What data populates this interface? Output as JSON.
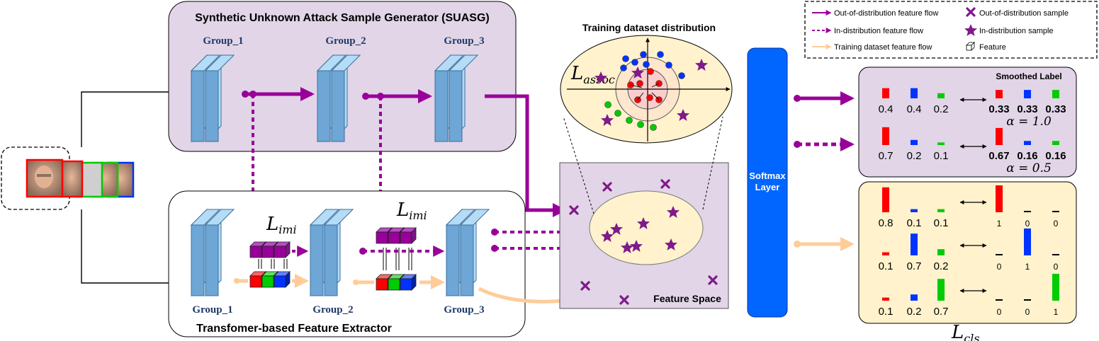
{
  "suasg": {
    "title": "Synthetic Unknown Attack Sample Generator (SUASG)"
  },
  "extractor": {
    "title": "Transfomer-based Feature Extractor"
  },
  "groups": {
    "g1": "Group_1",
    "g2": "Group_2",
    "g3": "Group_3"
  },
  "loss": {
    "imi_main": "L",
    "imi_sub": "imi",
    "assoc_main": "L",
    "assoc_sub": "assoc",
    "cls_main": "L",
    "cls_sub": "cls"
  },
  "training_dist": {
    "title": "Training dataset distribution"
  },
  "feature_space": {
    "label": "Feature Space"
  },
  "softmax": {
    "line1": "Softmax",
    "line2": "Layer"
  },
  "legend": {
    "ood_flow": "Out-of-distribution feature flow",
    "ind_flow": "In-distribution feature flow",
    "train_flow": "Training dataset  feature flow",
    "ood_sample": "Out-of-distribution sample",
    "ind_sample": "In-distribution sample",
    "feature": "Feature"
  },
  "smoothed": {
    "title": "Smoothed Label",
    "rows": [
      {
        "values": [
          "0.4",
          "0.4",
          "0.2"
        ],
        "smoothed": [
          "0.33",
          "0.33",
          "0.33"
        ],
        "alpha": "α = 1.0"
      },
      {
        "values": [
          "0.7",
          "0.2",
          "0.1"
        ],
        "smoothed": [
          "0.67",
          "0.16",
          "0.16"
        ],
        "alpha": "α = 0.5"
      }
    ]
  },
  "cls": {
    "rows": [
      {
        "values": [
          "0.8",
          "0.1",
          "0.1"
        ],
        "onehot": [
          "1",
          "0",
          "0"
        ]
      },
      {
        "values": [
          "0.1",
          "0.7",
          "0.2"
        ],
        "onehot": [
          "0",
          "1",
          "0"
        ]
      },
      {
        "values": [
          "0.1",
          "0.2",
          "0.7"
        ],
        "onehot": [
          "0",
          "0",
          "1"
        ]
      }
    ]
  },
  "colors": {
    "ood": "#990099",
    "train": "#ffcc99",
    "suasg_bg": "#e1d5e7",
    "train_bg": "#fff2cc",
    "softmax": "#0066ff",
    "block_front": "#6ea6d6",
    "block_side": "#b5dcf7",
    "red": "#ff0000",
    "blue": "#0033ff",
    "green": "#00cc00"
  },
  "icons": [
    "face-image-stack",
    "feature-cube",
    "star-marker",
    "x-marker"
  ]
}
